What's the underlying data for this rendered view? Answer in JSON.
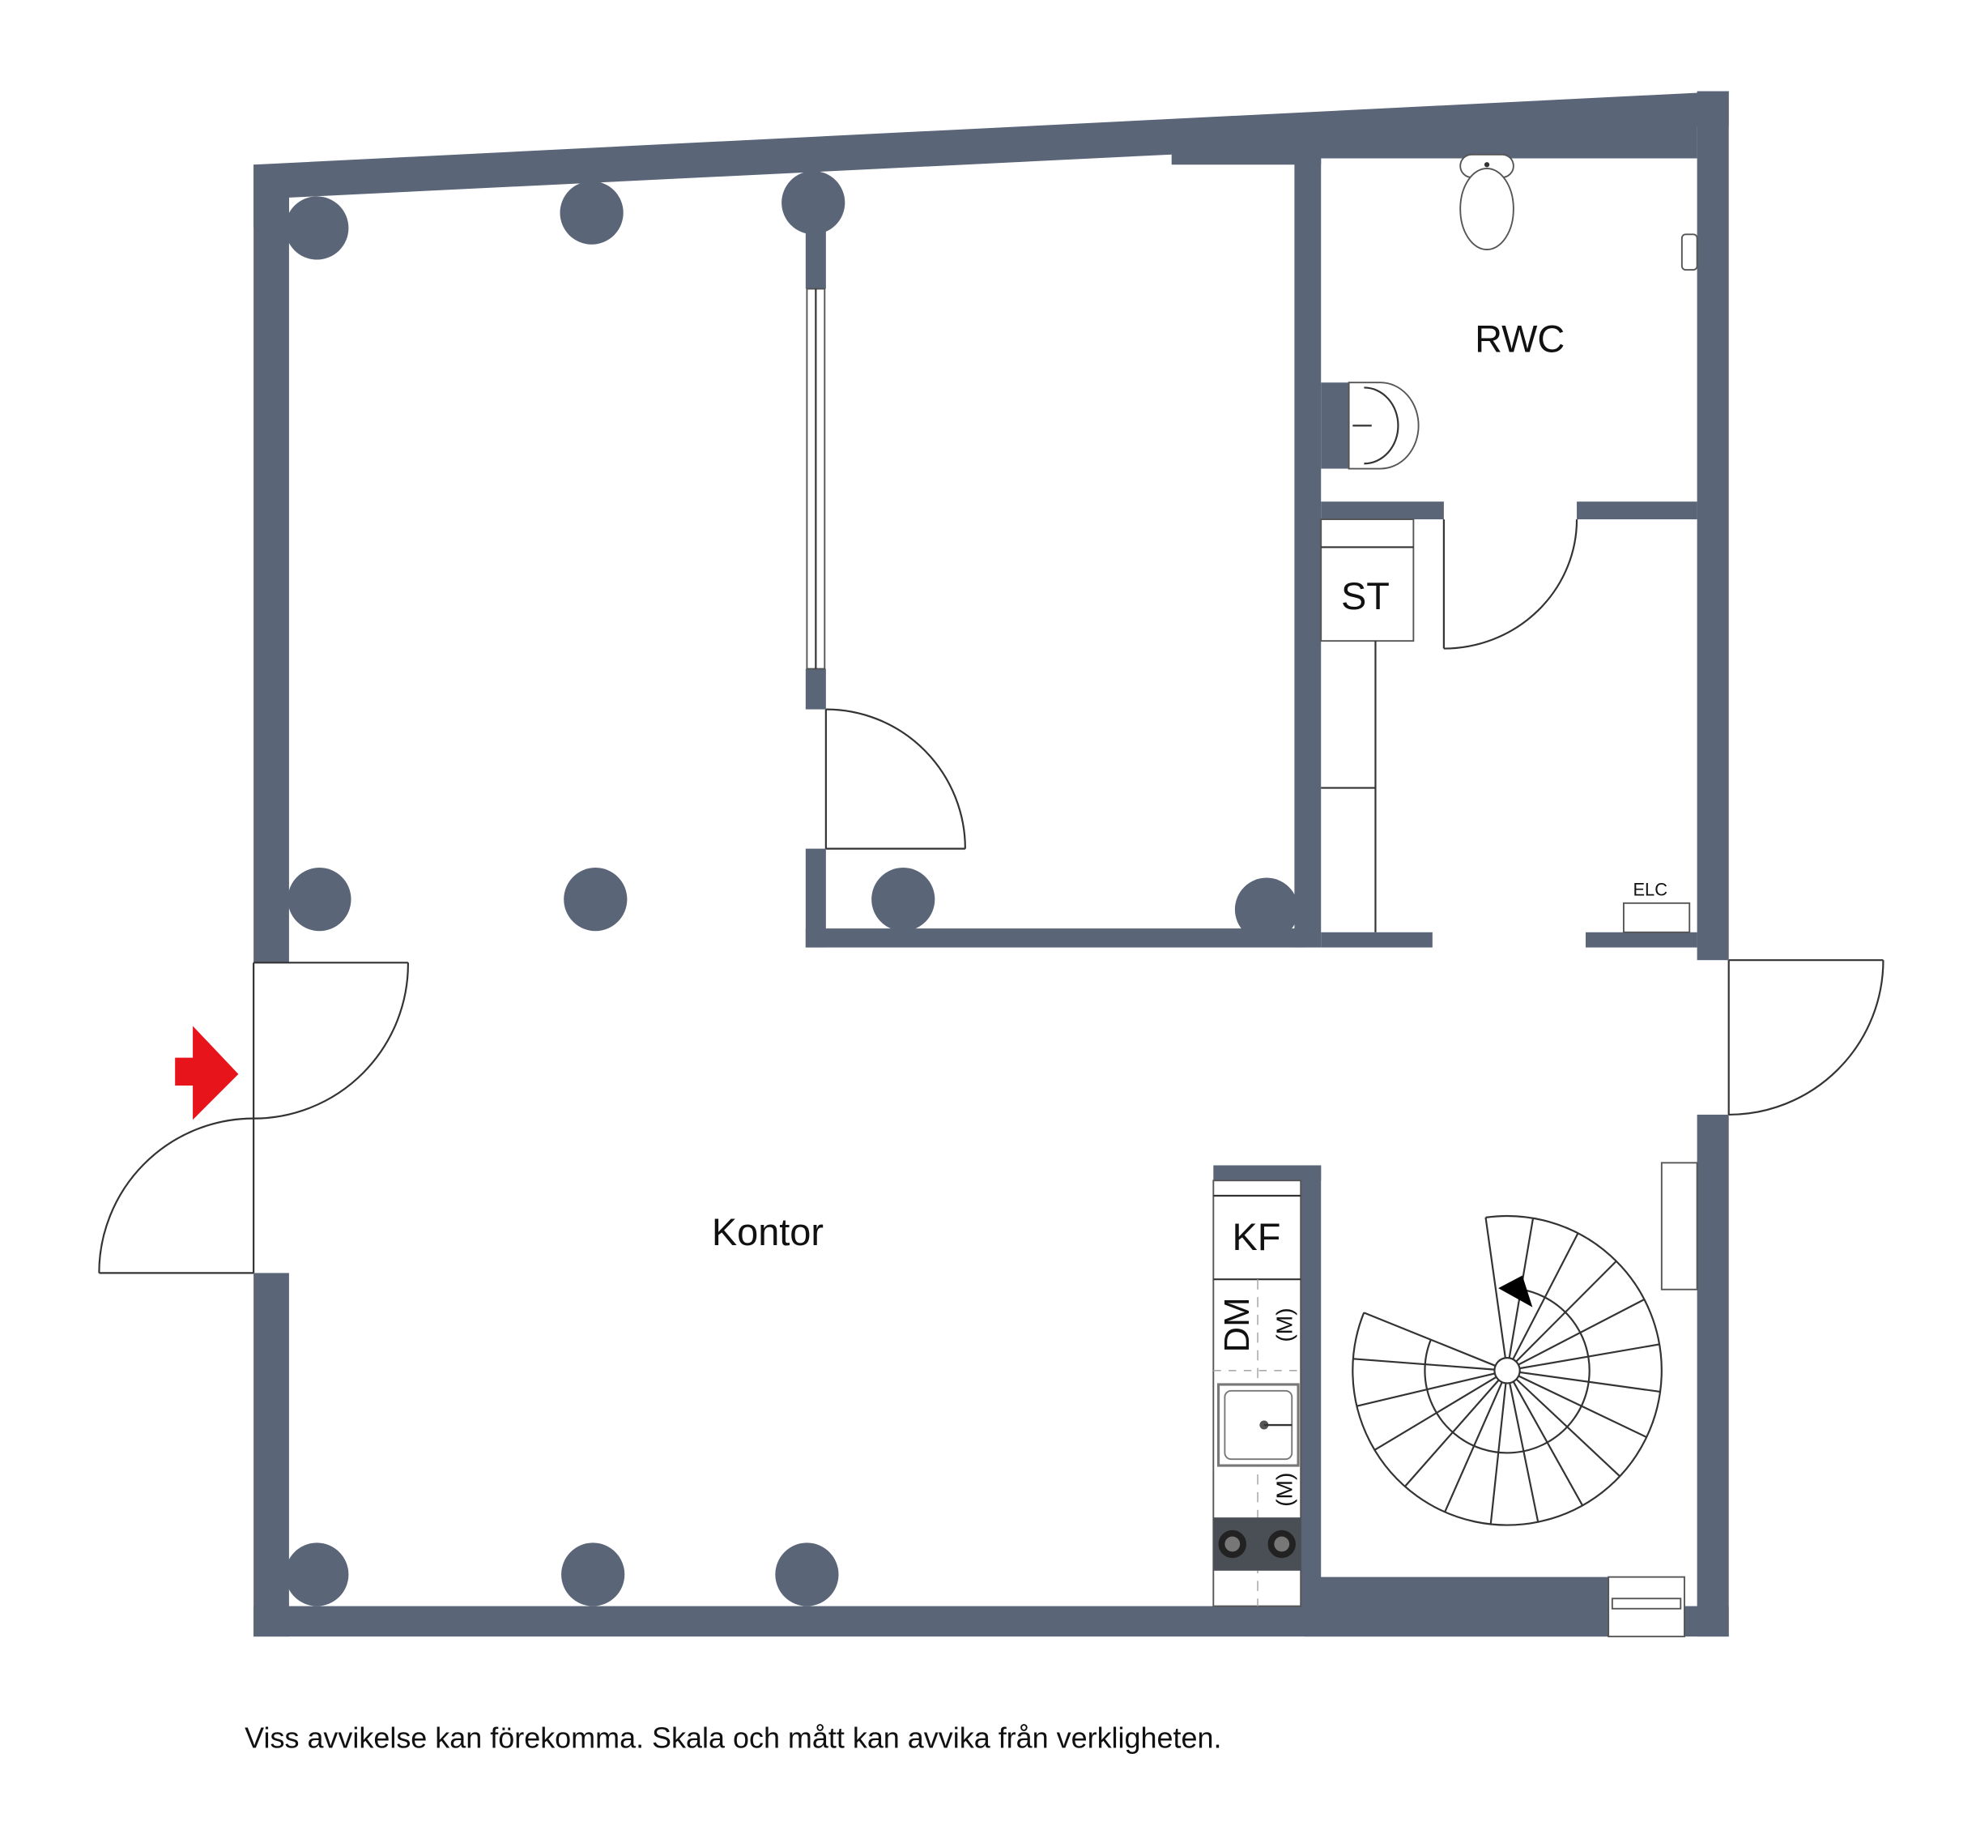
{
  "colors": {
    "wall": "#5a6578",
    "arrow": "#e8141b"
  },
  "rooms": {
    "kontor": "Kontor",
    "rwc": "RWC",
    "st": "ST",
    "kf": "KF",
    "dm": "DM",
    "m1": "(M)",
    "m2": "(M)",
    "elc": "ELC"
  },
  "footer": "Viss avvikelse kan förekomma. Skala och mått kan avvika från verkligheten."
}
